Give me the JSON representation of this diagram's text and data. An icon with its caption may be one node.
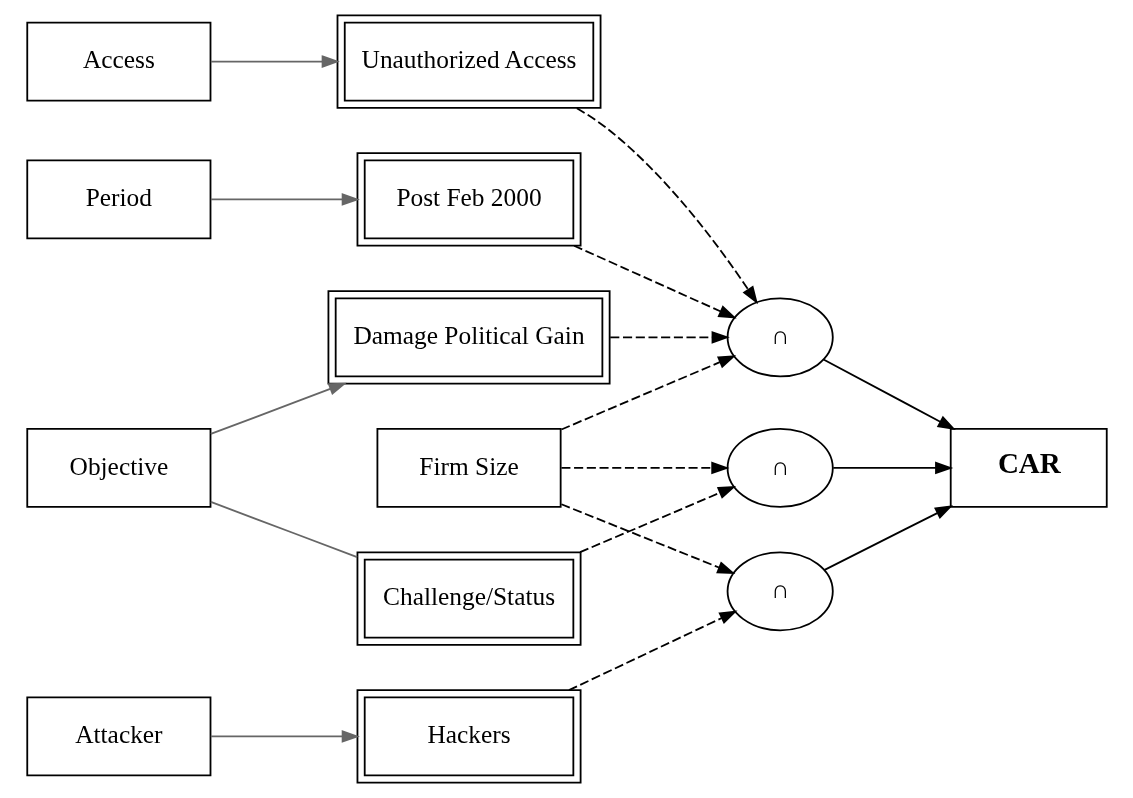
{
  "diagram": {
    "nodes": [
      {
        "text": [
          "∩"
        ]
      },
      {
        "text": [
          "Access"
        ]
      },
      {
        "text": [
          "Unauthorized Access"
        ]
      },
      {
        "text": [
          "Objective"
        ]
      },
      {
        "text": [
          "Damage Political Gain"
        ]
      },
      {
        "text": [
          "Post Feb 2000"
        ]
      },
      {
        "text": [
          "Challenge/Status"
        ]
      },
      {
        "text": [
          "Firm Size"
        ]
      },
      {
        "text": [
          "Period"
        ]
      },
      {
        "text": [
          "∩"
        ]
      },
      {
        "text": [
          "Attacker"
        ]
      },
      {
        "text": [
          "Hackers"
        ]
      },
      {
        "text": [
          "∩"
        ]
      },
      {
        "text": [
          "CAR"
        ]
      }
    ],
    "edges": [
      {
        "from": 1,
        "to": 2,
        "arrow": "to",
        "color": "#666666"
      },
      {
        "from": 2,
        "to": 0,
        "arrow": "to",
        "style": "dashed"
      },
      {
        "from": 3,
        "to": 4,
        "arrow": "to",
        "color": "#666666"
      },
      {
        "from": 3,
        "to": 6,
        "arrow": "none",
        "color": "#666666"
      },
      {
        "from": 4,
        "to": 0,
        "arrow": "to",
        "style": "dashed"
      },
      {
        "from": 5,
        "to": 0,
        "arrow": "to",
        "style": "dashed"
      },
      {
        "from": 8,
        "to": 5,
        "arrow": "to",
        "color": "#666666"
      },
      {
        "from": 7,
        "to": 0,
        "arrow": "to",
        "style": "dashed"
      },
      {
        "from": 6,
        "to": 9,
        "arrow": "to",
        "style": "dashed"
      },
      {
        "from": 7,
        "to": 9,
        "arrow": "to",
        "style": "dashed"
      },
      {
        "from": 7,
        "to": 12,
        "arrow": "to",
        "style": "dashed"
      },
      {
        "from": 10,
        "to": 11,
        "arrow": "to",
        "color": "#666666"
      },
      {
        "from": 11,
        "to": 12,
        "arrow": "to",
        "style": "dashed"
      },
      {
        "from": 0,
        "to": 13,
        "arrow": "to"
      },
      {
        "from": 9,
        "to": 13,
        "arrow": "to"
      },
      {
        "from": 12,
        "to": 13,
        "arrow": "to"
      }
    ]
  }
}
